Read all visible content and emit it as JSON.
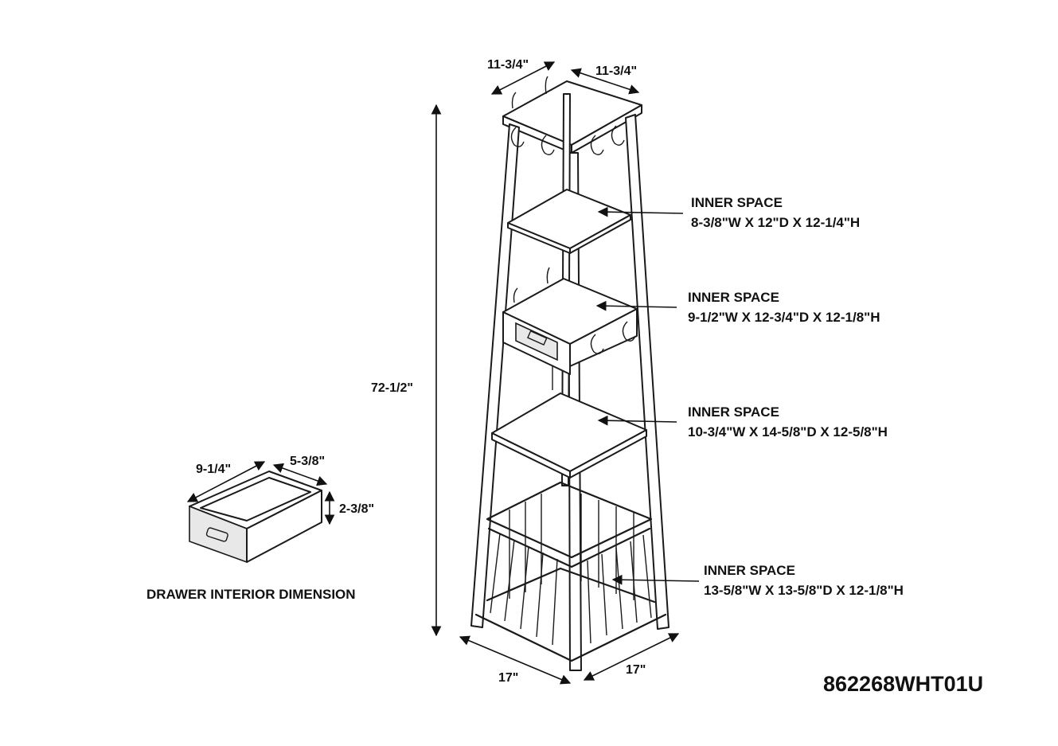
{
  "model_number": "862268WHT01U",
  "dimensions": {
    "top_width": "11-3/4\"",
    "top_depth": "11-3/4\"",
    "height": "72-1/2\"",
    "base_width": "17\"",
    "base_depth": "17\""
  },
  "inner_spaces": [
    {
      "title": "INNER SPACE",
      "size": "8-3/8\"W X 12\"D X 12-1/4\"H"
    },
    {
      "title": "INNER SPACE",
      "size": "9-1/2\"W X 12-3/4\"D X 12-1/8\"H"
    },
    {
      "title": "INNER SPACE",
      "size": "10-3/4\"W X 14-5/8\"D X 12-5/8\"H"
    },
    {
      "title": "INNER SPACE",
      "size": "13-5/8\"W X 13-5/8\"D X 12-1/8\"H"
    }
  ],
  "drawer": {
    "width": "9-1/4\"",
    "depth": "5-3/8\"",
    "height": "2-3/8\"",
    "caption": "DRAWER INTERIOR DIMENSION"
  }
}
